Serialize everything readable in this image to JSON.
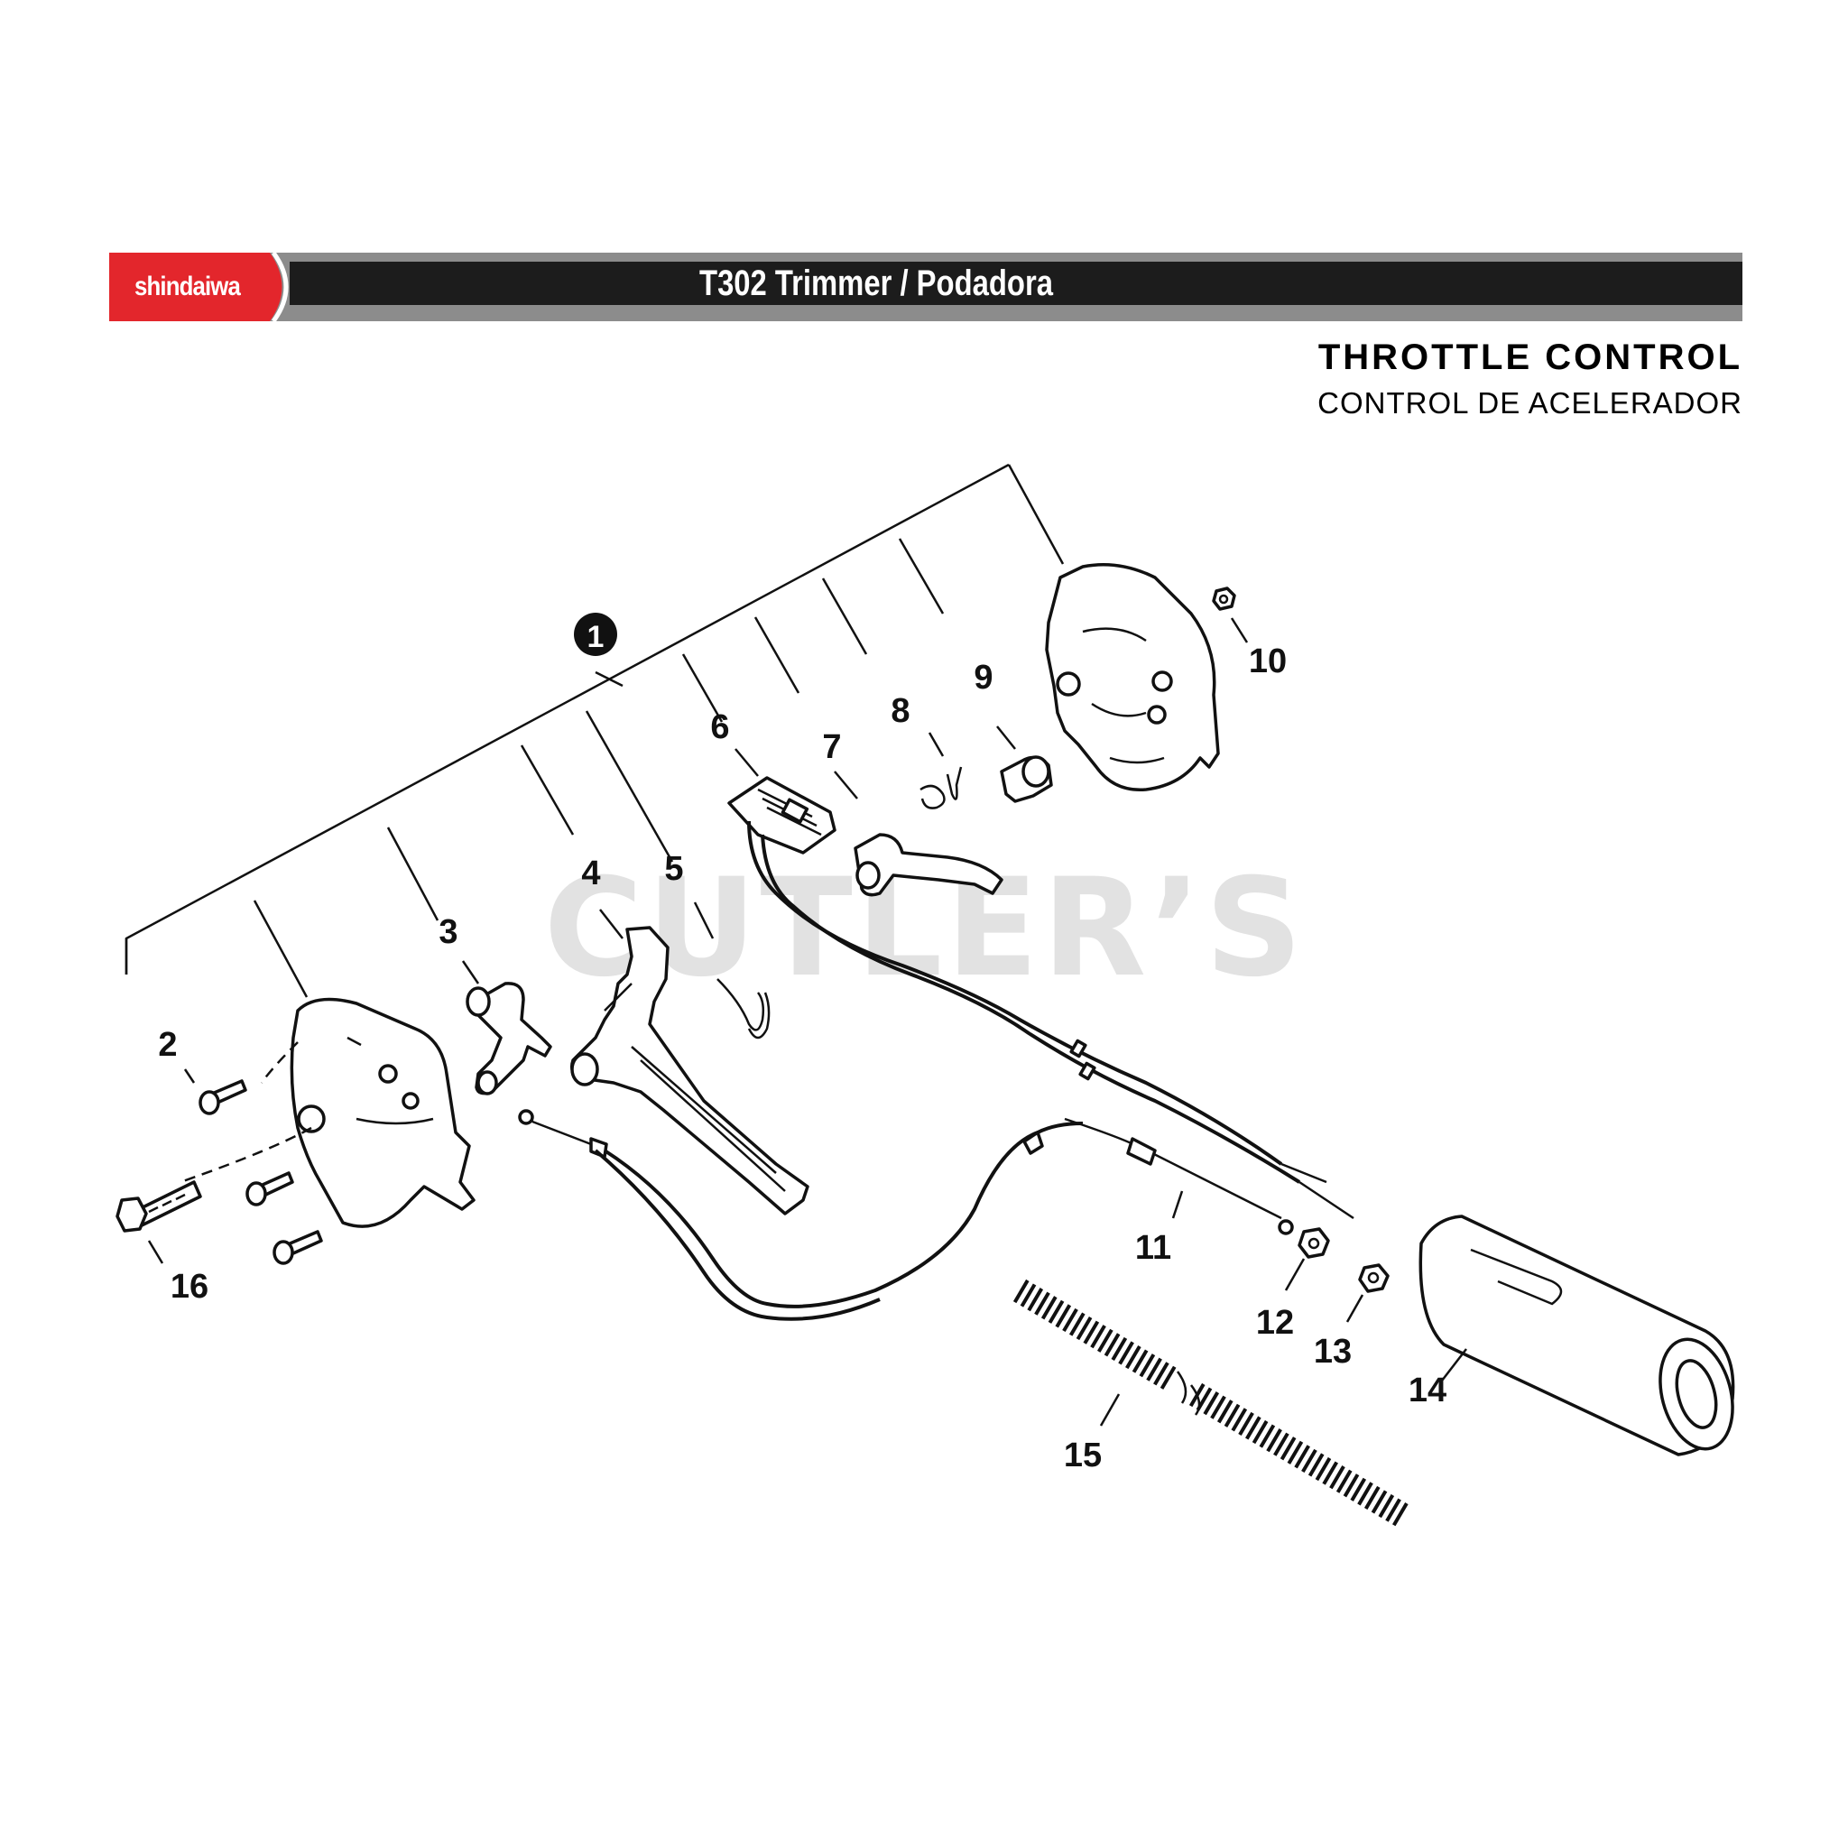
{
  "header": {
    "brand": "shindaiwa",
    "model_title": "T302 Trimmer / Podadora",
    "colors": {
      "brand_red": "#e3262c",
      "banner_black": "#1c1c1c",
      "banner_grey": "#8c8c8c"
    }
  },
  "section": {
    "title": "THROTTLE CONTROL",
    "subtitle": "CONTROL DE ACELERADOR"
  },
  "watermark": "CUTLER’S",
  "assembly_callout": "1",
  "callouts": [
    "2",
    "3",
    "4",
    "5",
    "6",
    "7",
    "8",
    "9",
    "10",
    "11",
    "12",
    "13",
    "14",
    "15",
    "16"
  ]
}
